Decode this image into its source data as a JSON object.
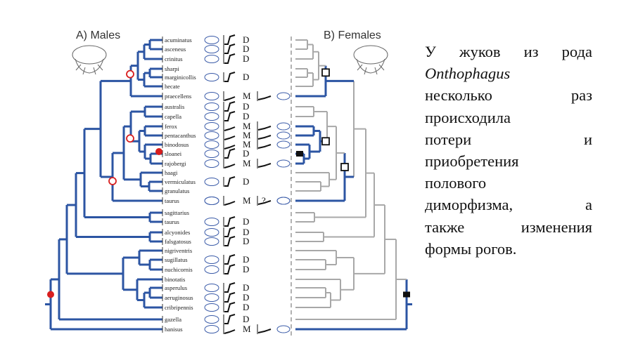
{
  "panels": {
    "males_title": "A) Males",
    "females_title": "B) Females"
  },
  "taxa": [
    {
      "name": "acuminatus",
      "code": "D"
    },
    {
      "name": "asceneus",
      "code": "D"
    },
    {
      "name": "crinitus",
      "code": "D"
    },
    {
      "name": "sharpi",
      "code": ""
    },
    {
      "name": "marginicollis",
      "code": "D"
    },
    {
      "name": "hecate",
      "code": ""
    },
    {
      "name": "praecellens",
      "code": "M"
    },
    {
      "name": "australis",
      "code": "D"
    },
    {
      "name": "capella",
      "code": "D"
    },
    {
      "name": "ferox",
      "code": "M"
    },
    {
      "name": "pentacanthus",
      "code": "M"
    },
    {
      "name": "binodosus",
      "code": "M"
    },
    {
      "name": "sloanei",
      "code": "D"
    },
    {
      "name": "rajobergi",
      "code": "M"
    },
    {
      "name": "haagi",
      "code": ""
    },
    {
      "name": "vermiculatus",
      "code": "D"
    },
    {
      "name": "granulatus",
      "code": ""
    },
    {
      "name": "taurus",
      "code": "M"
    },
    {
      "name": "sagittarius",
      "code": ""
    },
    {
      "name": "taurus",
      "code": "D"
    },
    {
      "name": "alcyonides",
      "code": "D"
    },
    {
      "name": "falsgatosus",
      "code": "D"
    },
    {
      "name": "nigriventris",
      "code": ""
    },
    {
      "name": "sugillatus",
      "code": "D"
    },
    {
      "name": "nuchicornis",
      "code": "D"
    },
    {
      "name": "binotatis",
      "code": ""
    },
    {
      "name": "asperulus",
      "code": "D"
    },
    {
      "name": "aeruginosus",
      "code": "D"
    },
    {
      "name": "cribripennis",
      "code": "D"
    },
    {
      "name": "gazella",
      "code": "D"
    },
    {
      "name": "hanisus",
      "code": "M"
    }
  ],
  "unknown_mark": "?",
  "caption": {
    "l1a": "У",
    "l1b": "жуков",
    "l1c": "из",
    "l1d": "рода",
    "l2": "Onthophagus",
    "l3a": "несколько",
    "l3b": "раз",
    "l4": "происходила",
    "l5a": "потери",
    "l5b": "и",
    "l6": "приобретения",
    "l7": "полового",
    "l8a": "диморфизма,",
    "l8b": "а",
    "l9a": "также",
    "l9b": "изменения",
    "l10": "формы рогов."
  },
  "colors": {
    "blue": "#2c55a3",
    "gray": "#a8a8a8",
    "red": "#d81e1e",
    "black": "#111111"
  }
}
